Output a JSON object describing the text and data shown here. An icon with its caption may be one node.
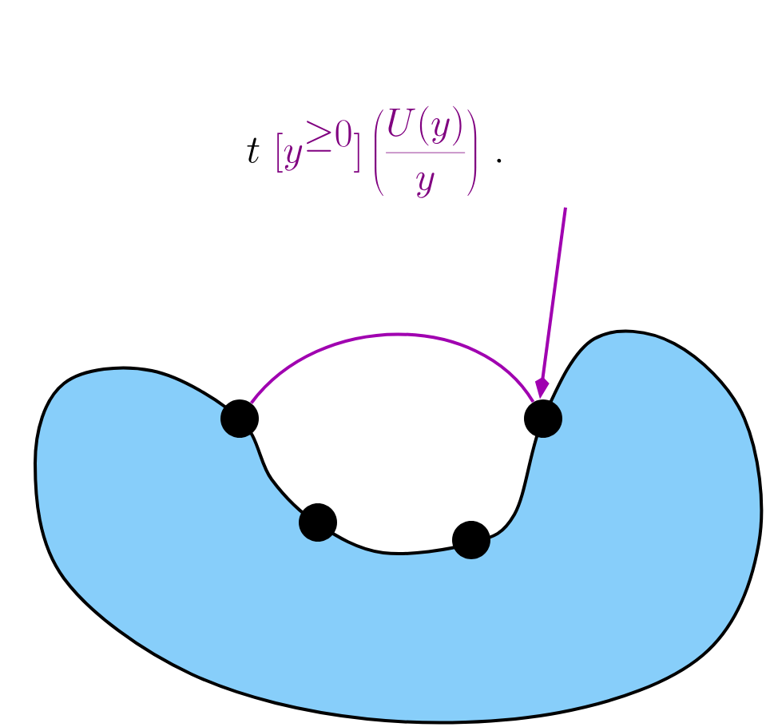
{
  "diagram": {
    "nodes": [
      {
        "text": [
          "t",
          "[y^{\\geq 0}]\\left(\\frac{U(y)}{y}\\right)",
          "."
        ]
      },
      {
        "text": [],
        "shape": "circle"
      },
      {
        "text": [],
        "shape": "circle"
      },
      {
        "text": [],
        "shape": "circle"
      },
      {
        "text": [],
        "shape": "circle"
      }
    ],
    "edges": [
      {
        "from": 1,
        "to": 4,
        "arrow": "none"
      },
      {
        "from": 0,
        "to": 4,
        "arrow": "to"
      }
    ]
  }
}
